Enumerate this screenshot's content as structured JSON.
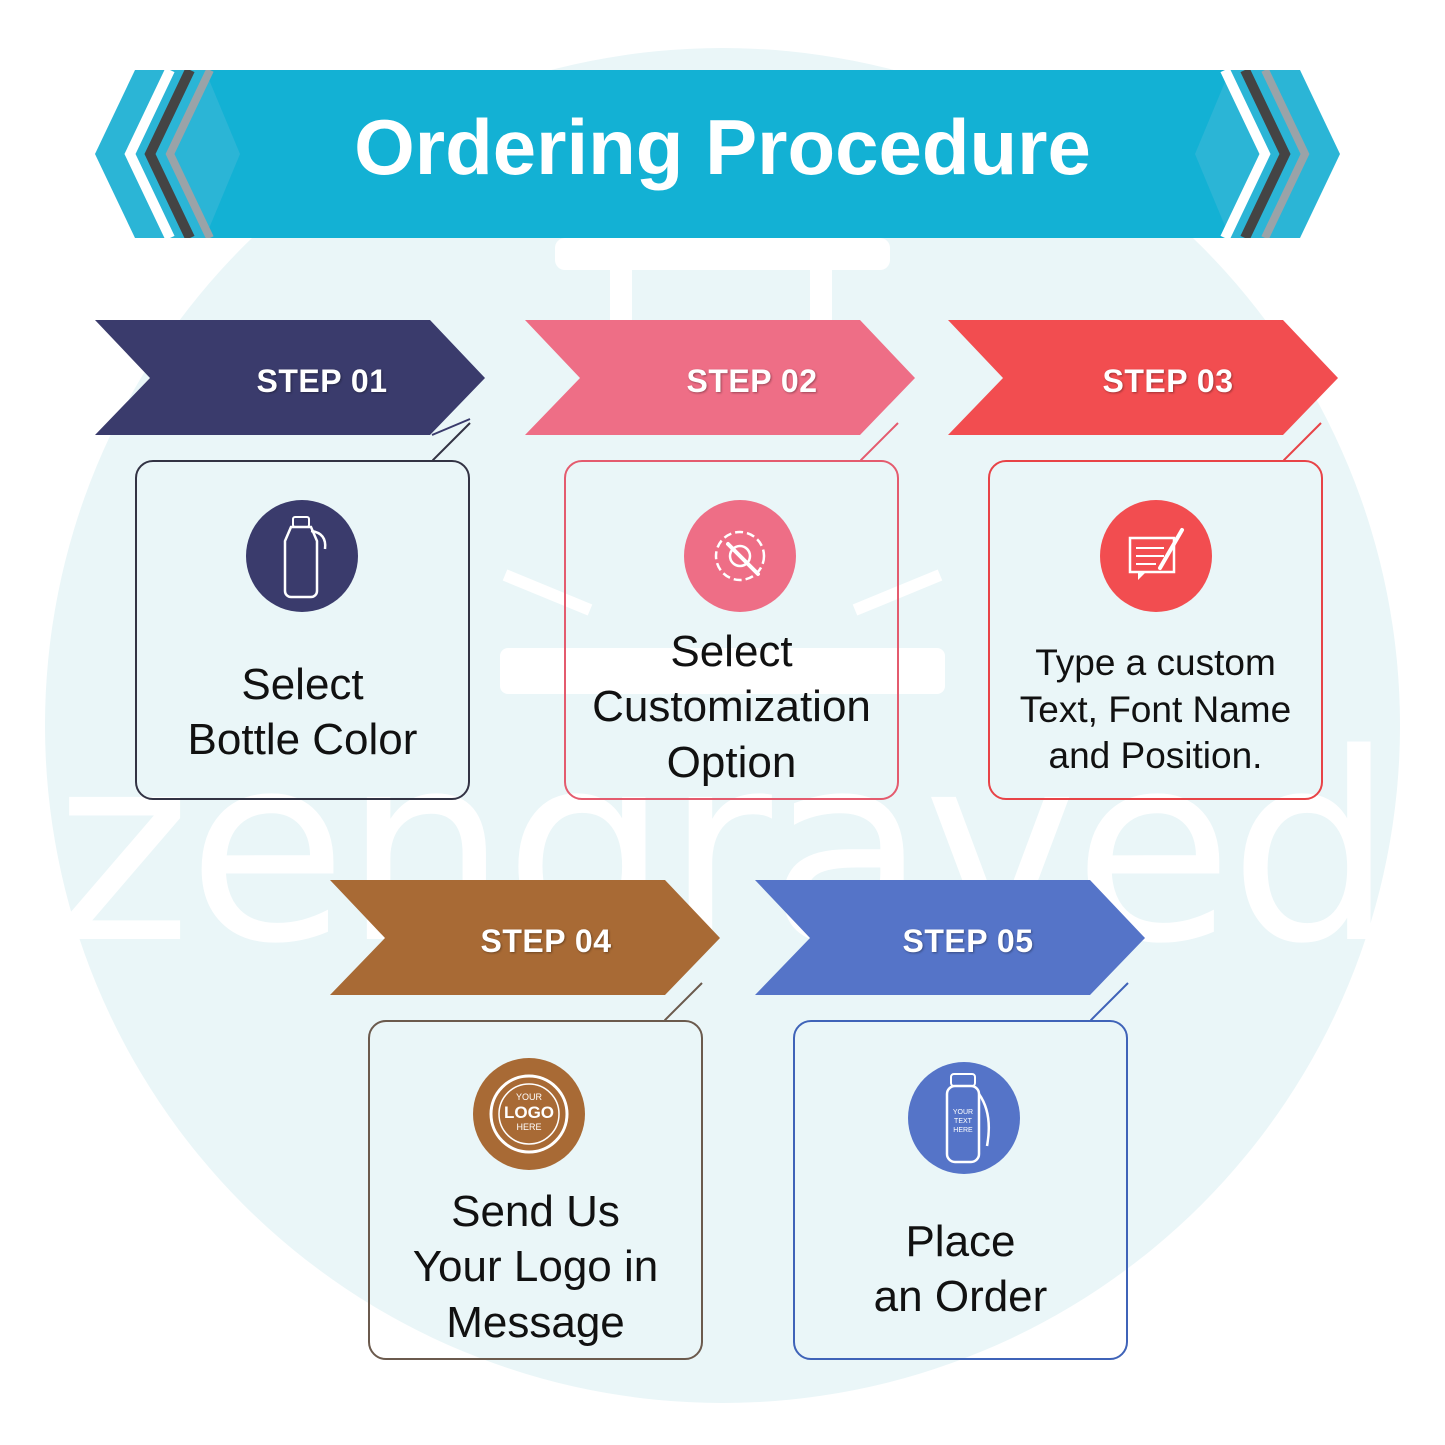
{
  "title": "Ordering Procedure",
  "watermark": "zengraved",
  "colors": {
    "banner": "#13b1d4",
    "step1": "#3a3b6c",
    "step2": "#ee6e86",
    "step3": "#f24d50",
    "step4": "#a86a35",
    "step5": "#5574c8"
  },
  "steps": [
    {
      "label": "STEP 01",
      "text": [
        "Select",
        "Bottle Color"
      ],
      "icon": "bottle-icon"
    },
    {
      "label": "STEP 02",
      "text": [
        "Select",
        "Customization",
        "Option"
      ],
      "icon": "gear-wrench-icon"
    },
    {
      "label": "STEP 03",
      "text": [
        "Type a custom",
        "Text, Font Name",
        "and Position."
      ],
      "icon": "edit-message-icon"
    },
    {
      "label": "STEP 04",
      "text": [
        "Send Us",
        "Your Logo in",
        "Message"
      ],
      "icon": "logo-stamp-icon"
    },
    {
      "label": "STEP 05",
      "text": [
        "Place",
        "an Order"
      ],
      "icon": "custom-bottle-icon"
    }
  ],
  "icon_texts": {
    "logo_stamp": [
      "YOUR",
      "LOGO",
      "HERE"
    ],
    "custom_bottle": [
      "YOUR",
      "TEXT",
      "HERE"
    ]
  }
}
